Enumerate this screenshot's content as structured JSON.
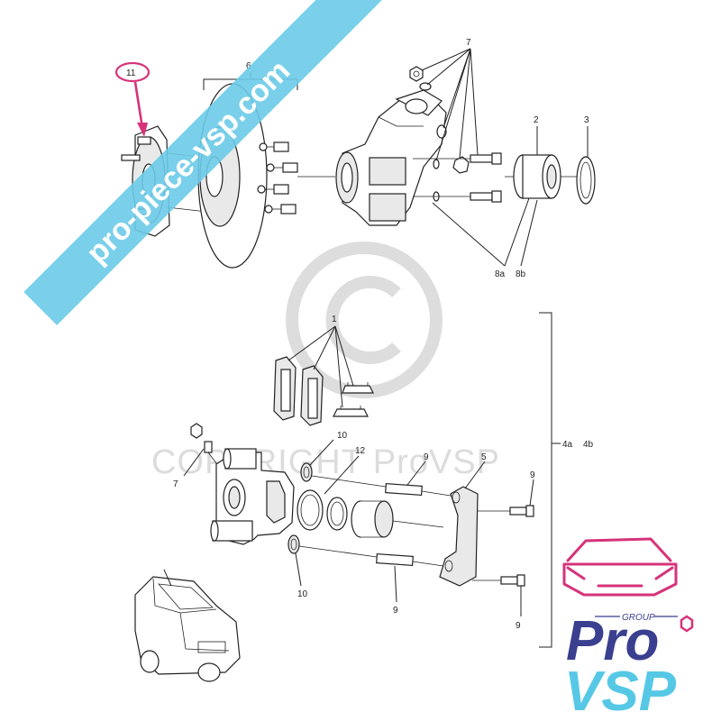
{
  "diagram": {
    "callouts": {
      "c1": "1",
      "c2": "2",
      "c3": "3",
      "c4a": "4a",
      "c4b": "4b",
      "c5": "5",
      "c6": "6",
      "c7_top": "7",
      "c7_left": "7",
      "c8a": "8a",
      "c8b": "8b",
      "c9_top": "9",
      "c9_right_top": "9",
      "c9_right_bottom": "9",
      "c9_bottom": "9",
      "c10_top": "10",
      "c10_bottom": "10",
      "c11": "11",
      "c12": "12"
    },
    "highlight_color": "#d6337a"
  },
  "watermarks": {
    "banner_text": "pro-piece-vsp.com",
    "banner_color": "#6ccbe8",
    "copyright_symbol": "©",
    "copyright_text": "COPYRIGHT ProVSP"
  },
  "logo": {
    "group_label": "GROUP",
    "pro": "Pro",
    "vsp": "VSP",
    "car_line_color": "#d6337a",
    "pro_color": "#3a3f8f",
    "vsp_color": "#56c8e6"
  }
}
